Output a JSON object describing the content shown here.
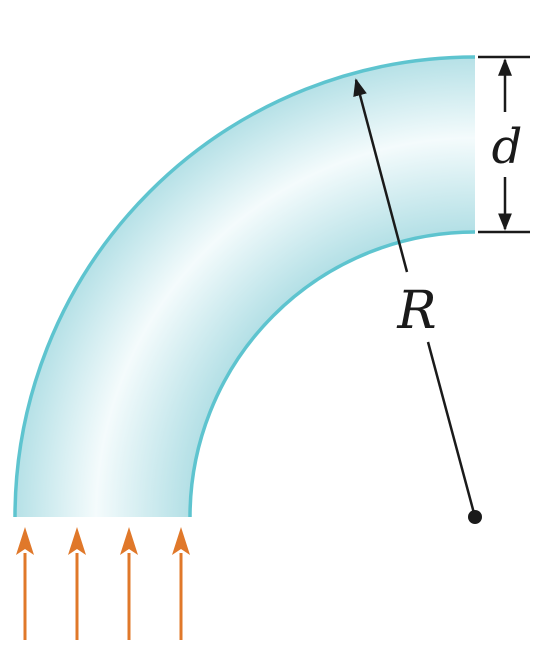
{
  "labels": {
    "radius": "R",
    "thickness": "d"
  },
  "colors": {
    "pipe_edge": "#5ec4cf",
    "pipe_fill_light": "#f4fbfc",
    "pipe_fill_mid": "#d6eef2",
    "pipe_fill_dark": "#b4e0e6",
    "arrow": "#e0782a",
    "line": "#1a1a1a"
  },
  "flow_arrows": [
    {
      "id": 1
    },
    {
      "id": 2
    },
    {
      "id": 3
    },
    {
      "id": 4
    }
  ]
}
